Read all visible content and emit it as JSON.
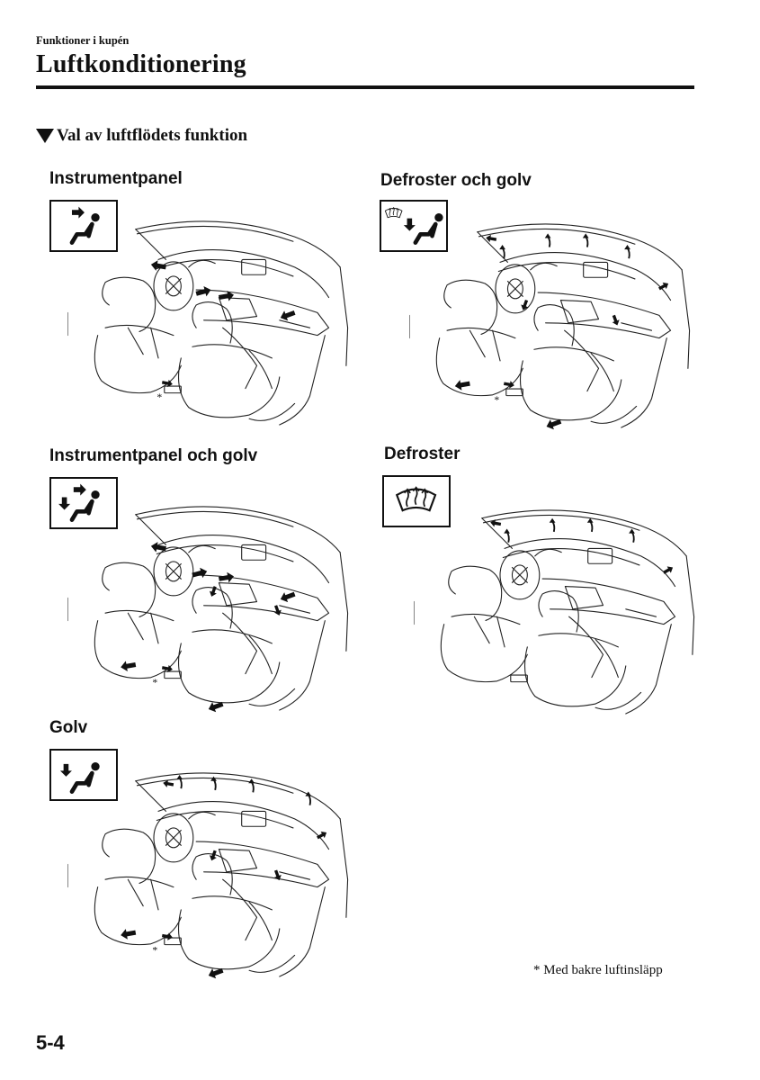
{
  "header": {
    "section": "Funktioner i kupén",
    "title": "Luftkonditionering"
  },
  "subheading": "Val av luftflödets funktion",
  "modes": [
    {
      "label": "Instrumentpanel",
      "icon": "vent-face-icon"
    },
    {
      "label": "Defroster och golv",
      "icon": "defrost-floor-icon"
    },
    {
      "label": "Instrumentpanel och golv",
      "icon": "vent-face-floor-icon"
    },
    {
      "label": "Defroster",
      "icon": "defrost-icon"
    },
    {
      "label": "Golv",
      "icon": "vent-floor-icon"
    }
  ],
  "asterisk": "*",
  "footnote": "* Med bakre luftinsläpp",
  "page_number": "5-4"
}
